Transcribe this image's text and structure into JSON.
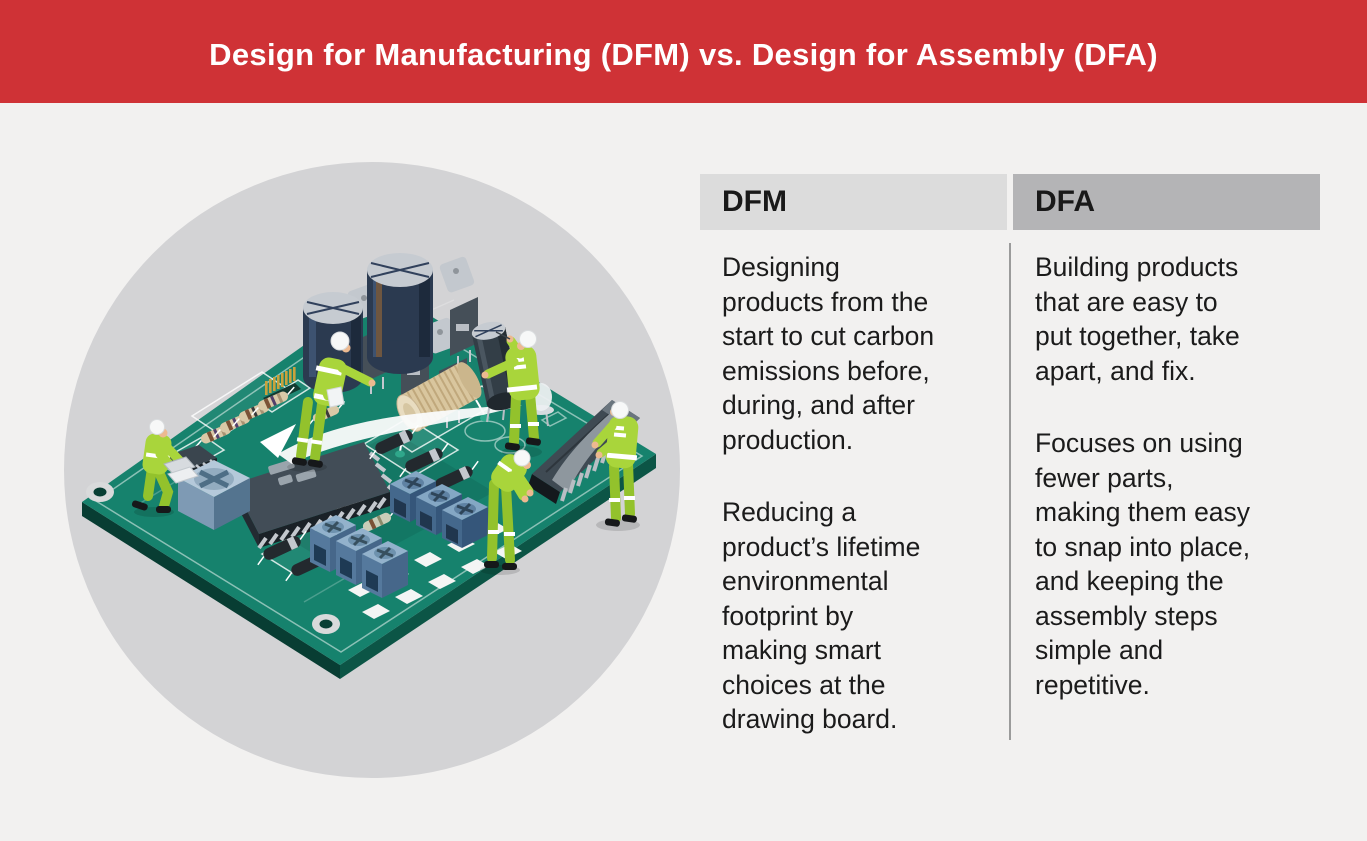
{
  "header": {
    "title": "Design for Manufacturing (DFM) vs. Design for Assembly (DFA)"
  },
  "columns": [
    {
      "id": "dfm",
      "label": "DFM",
      "paragraphs": [
        "Designing\nproducts from the\nstart to cut carbon\nemissions before,\nduring, and after\nproduction.",
        "Reducing a\nproduct’s lifetime\nenvironmental\nfootprint by\nmaking smart\nchoices at the\ndrawing board."
      ]
    },
    {
      "id": "dfa",
      "label": "DFA",
      "paragraphs": [
        "Building products\nthat are easy to\nput together, take\napart, and fix.",
        "Focuses on using\nfewer parts,\nmaking them easy\nto snap into place,\nand keeping the\nassembly steps\nsimple and\nrepetitive."
      ]
    }
  ],
  "illustration": {
    "name": "isometric-pcb-assembly-workers",
    "description": "Five workers in green coveralls and white hard hats assembling components on a large teal circuit board: capacitors, transistors, a coil, terminal blocks, resistors, diodes and microchips"
  },
  "colors": {
    "page_bg": "#F2F1F0",
    "banner_red": "#CF3236",
    "banner_text": "#FFFFFF",
    "circle_gray": "#D3D3D5",
    "dfm_header_bg": "#DCDCDC",
    "dfa_header_bg": "#B4B4B6",
    "text_dark": "#1B1B1B",
    "divider": "#9B9B9B",
    "board_teal": "#16826D",
    "board_side": "#083D33",
    "worker_green": "#A9D53B"
  }
}
